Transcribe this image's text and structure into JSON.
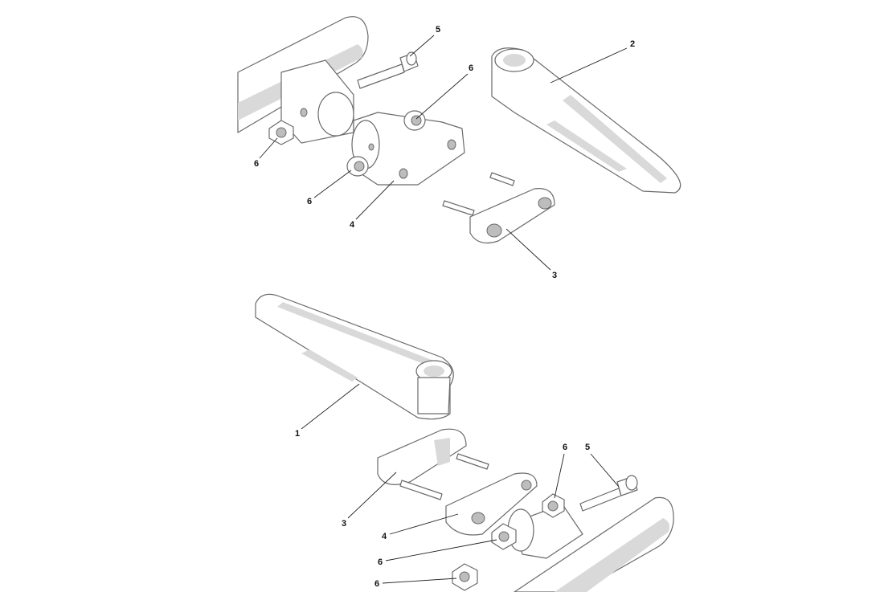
{
  "diagram": {
    "upper_assembly": {
      "callouts": [
        {
          "id": "5",
          "part": "bolt"
        },
        {
          "id": "6",
          "part": "nut-right"
        },
        {
          "id": "2",
          "part": "footpeg"
        },
        {
          "id": "6",
          "part": "nut-left"
        },
        {
          "id": "6",
          "part": "nut-lower"
        },
        {
          "id": "4",
          "part": "clamp"
        },
        {
          "id": "3",
          "part": "pin-bracket"
        }
      ]
    },
    "lower_assembly": {
      "callouts": [
        {
          "id": "1",
          "part": "footpeg"
        },
        {
          "id": "6",
          "part": "nut-upper"
        },
        {
          "id": "5",
          "part": "bolt"
        },
        {
          "id": "3",
          "part": "pin-bracket"
        },
        {
          "id": "4",
          "part": "clamp"
        },
        {
          "id": "6",
          "part": "nut-middle"
        },
        {
          "id": "6",
          "part": "nut-bottom"
        }
      ]
    }
  }
}
